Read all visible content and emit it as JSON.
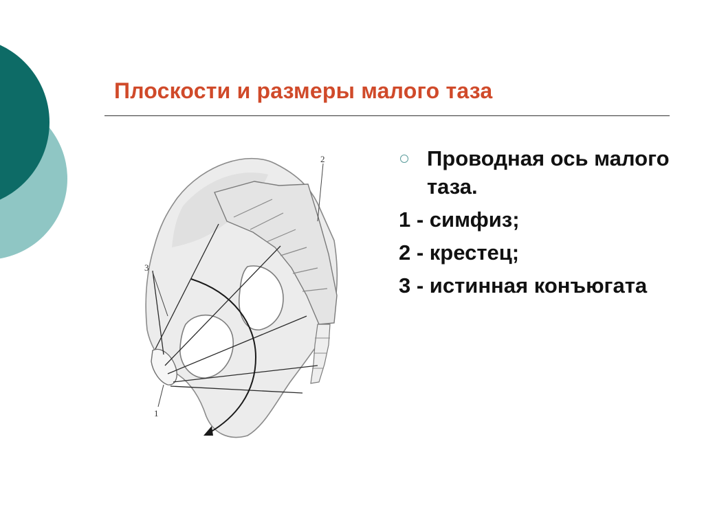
{
  "slide": {
    "title": "Плоскости и размеры малого таза",
    "title_color": "#d04a2a",
    "decoration_colors": {
      "dark_teal": "#0d6b66",
      "light_teal": "#8fc6c4"
    },
    "bullet": {
      "icon": "hollow-circle-bullet-icon",
      "icon_color": "#5a9c9b",
      "text": "Проводная ось малого таза."
    },
    "items": [
      "1 - симфиз;",
      "2 - крестец;",
      "3 - истинная конъюгата"
    ],
    "figure": {
      "labels": [
        "1",
        "2",
        "3"
      ]
    }
  }
}
